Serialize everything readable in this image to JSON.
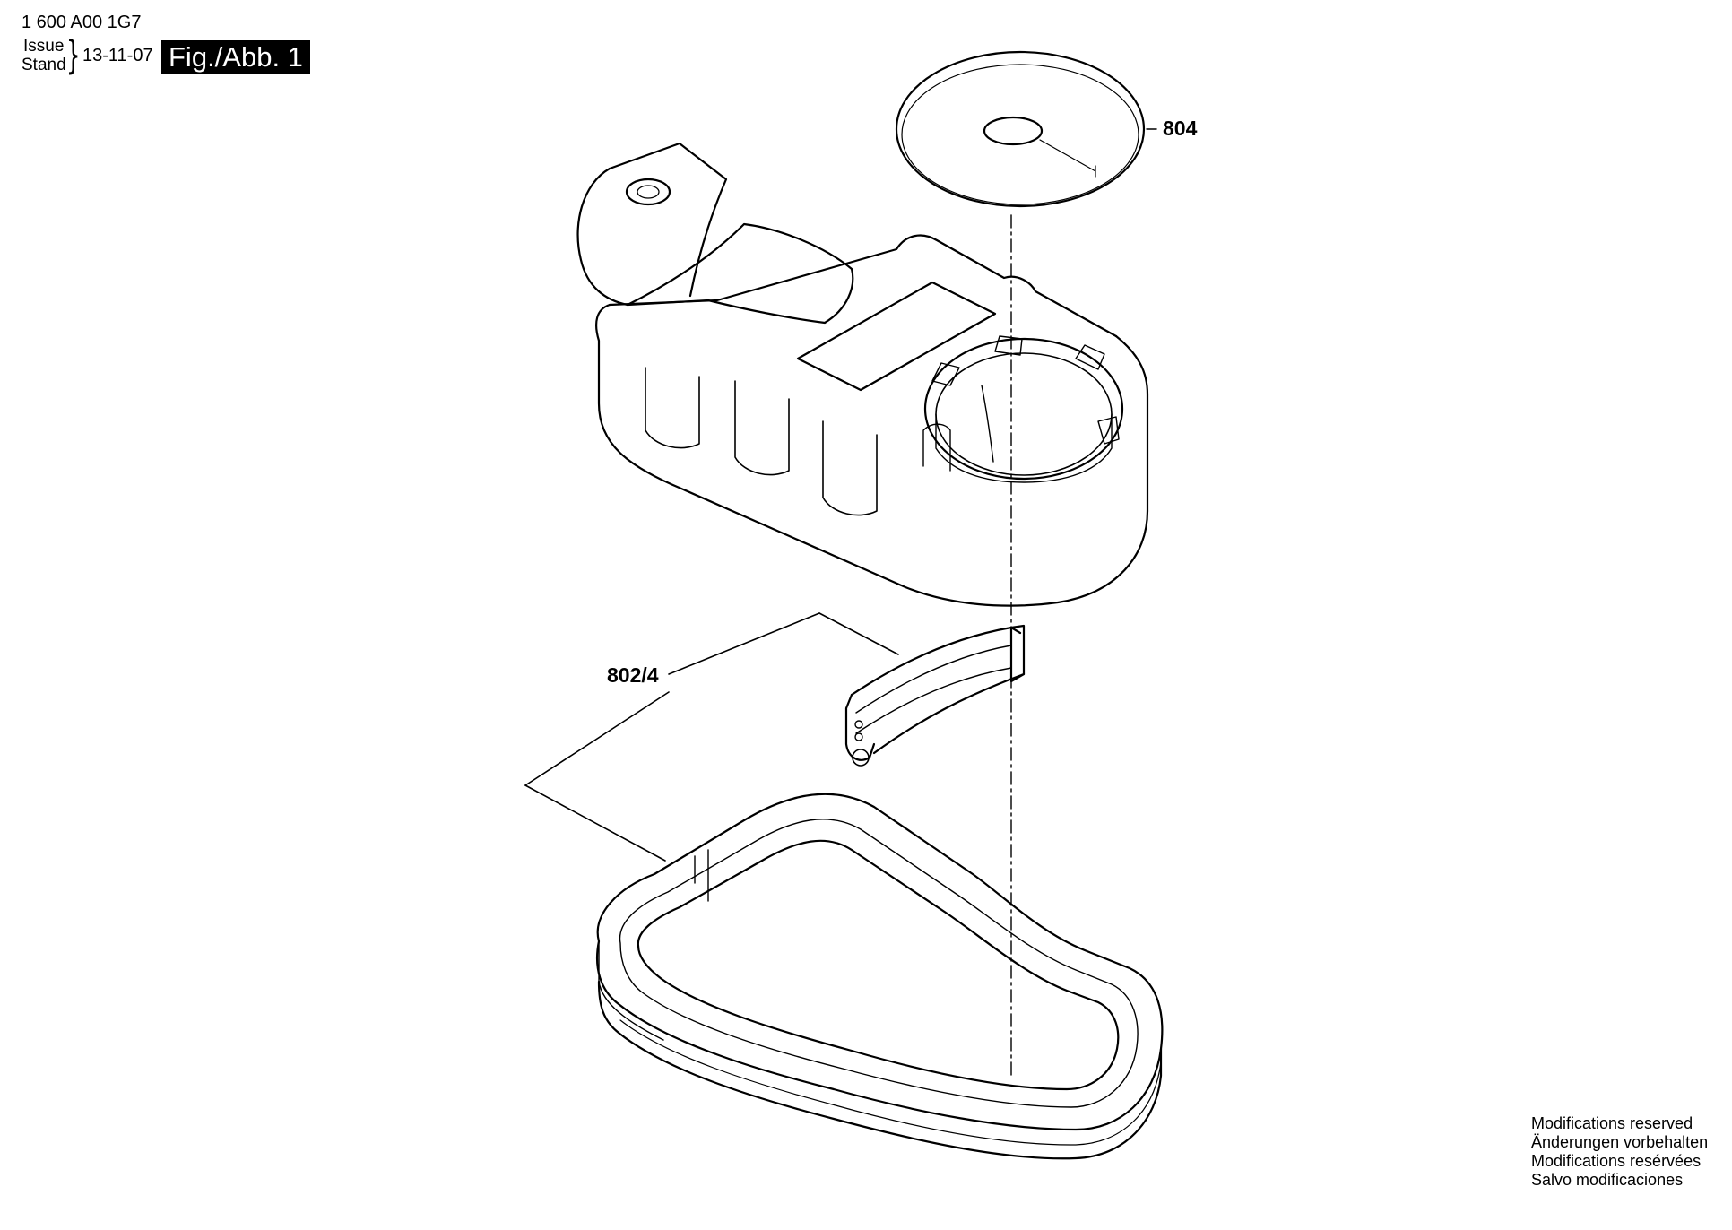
{
  "header": {
    "part_number": "1 600 A00 1G7",
    "issue_label": "Issue",
    "stand_label": "Stand",
    "issue_date": "13-11-07",
    "figure_label": "Fig./Abb. 1"
  },
  "callouts": {
    "part_804": "804",
    "part_802_4": "802/4"
  },
  "notes": [
    "Modifications reserved",
    "Änderungen vorbehalten",
    "Modifications resérvées",
    "Salvo modificaciones"
  ]
}
